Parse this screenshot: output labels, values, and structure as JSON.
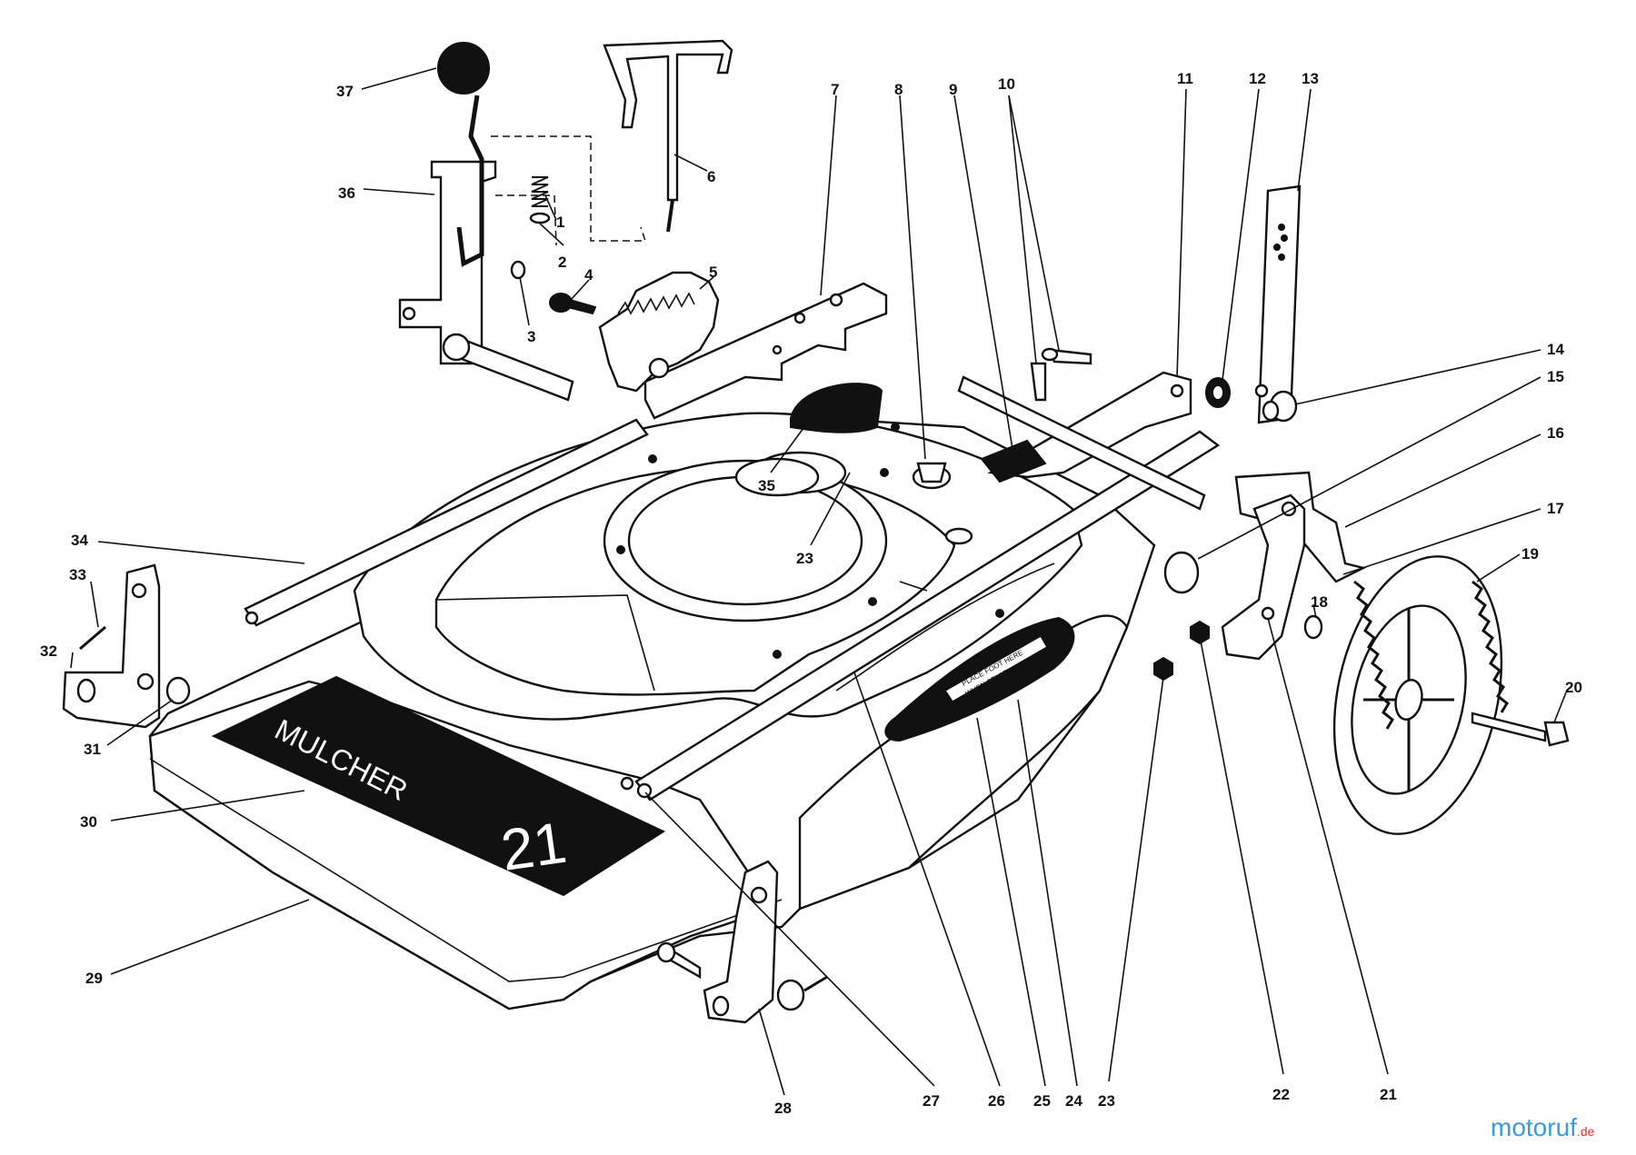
{
  "callouts": [
    {
      "n": "1"
    },
    {
      "n": "2"
    },
    {
      "n": "3"
    },
    {
      "n": "4"
    },
    {
      "n": "5"
    },
    {
      "n": "6"
    },
    {
      "n": "7"
    },
    {
      "n": "8"
    },
    {
      "n": "9"
    },
    {
      "n": "10"
    },
    {
      "n": "11"
    },
    {
      "n": "12"
    },
    {
      "n": "13"
    },
    {
      "n": "14"
    },
    {
      "n": "15"
    },
    {
      "n": "16"
    },
    {
      "n": "17"
    },
    {
      "n": "18"
    },
    {
      "n": "19"
    },
    {
      "n": "20"
    },
    {
      "n": "21"
    },
    {
      "n": "22"
    },
    {
      "n": "23"
    },
    {
      "n": "24"
    },
    {
      "n": "25"
    },
    {
      "n": "26"
    },
    {
      "n": "27"
    },
    {
      "n": "28"
    },
    {
      "n": "29"
    },
    {
      "n": "30"
    },
    {
      "n": "31"
    },
    {
      "n": "32"
    },
    {
      "n": "33"
    },
    {
      "n": "34"
    },
    {
      "n": "35"
    },
    {
      "n": "36"
    },
    {
      "n": "37"
    },
    {
      "n": "23"
    }
  ],
  "decals": {
    "brand_line1": "MULCHER",
    "brand_line2": "",
    "size": "21",
    "warning": [
      "PLACE FOOT HERE",
      "WHEN STARTING"
    ]
  },
  "watermark": {
    "brand": "motoruf",
    "suffix": ".de"
  },
  "colors": {
    "line": "#111111",
    "watermark_blue": "#3b9cd6",
    "watermark_red": "#e0312a"
  }
}
